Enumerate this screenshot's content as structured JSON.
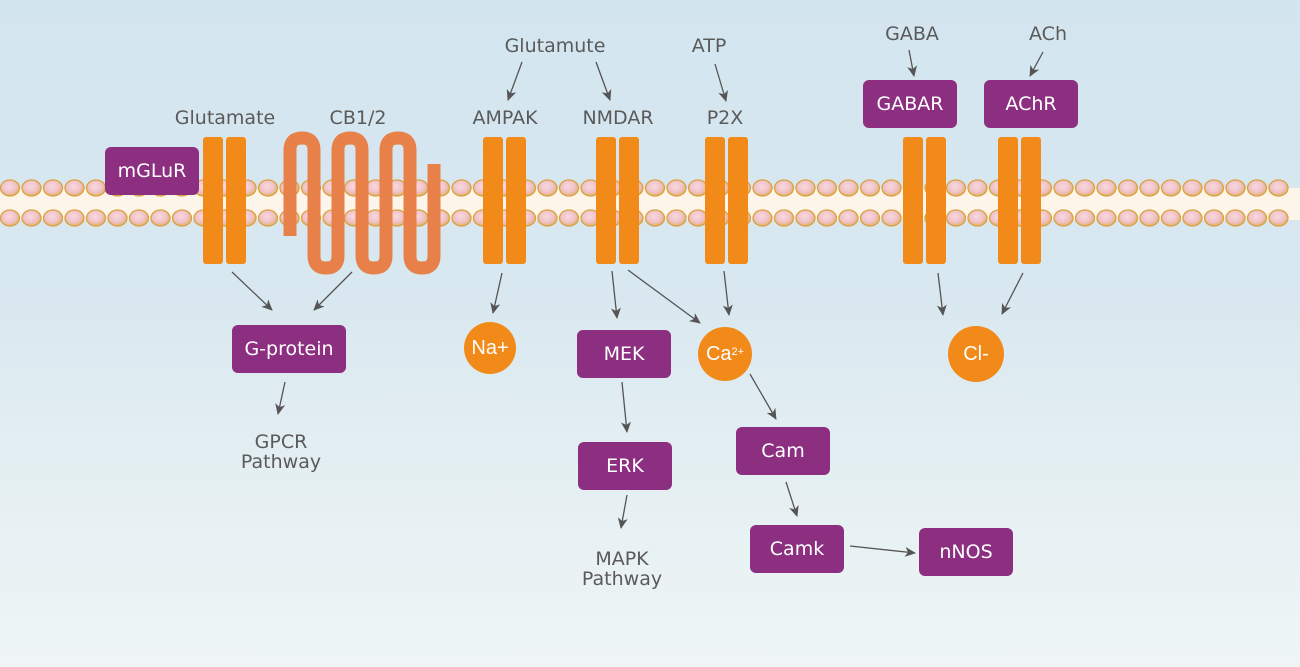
{
  "colors": {
    "receptor_channel": "#f28a1a",
    "gpcr": "#e8804a",
    "protein_box": "#8c2f80",
    "ion": "#f28a1a",
    "membrane_bead": "#e4b45a",
    "membrane_core": "#fdf4ea",
    "arrow": "#555555",
    "label_text": "#5a5a5a"
  },
  "ligands": {
    "glutamute": "Glutamute",
    "atp": "ATP",
    "gaba": "GABA",
    "ach": "ACh"
  },
  "receptor_labels": {
    "glutamate": "Glutamate",
    "cb12": "CB1/2",
    "ampak": "AMPAK",
    "nmdar": "NMDAR",
    "p2x": "P2X"
  },
  "boxes": {
    "mglur": "mGLuR",
    "gabar": "GABAR",
    "achr": "AChR",
    "gprotein": "G-protein",
    "mek": "MEK",
    "erk": "ERK",
    "cam": "Cam",
    "camk": "Camk",
    "nnos": "nNOS"
  },
  "ions": {
    "na": "Na+",
    "ca_base": "Ca",
    "ca_sup": "2+",
    "cl": "Cl-"
  },
  "pathways": {
    "gpcr_line1": "GPCR",
    "gpcr_line2": "Pathway",
    "mapk_line1": "MAPK",
    "mapk_line2": "Pathway"
  },
  "edges": [
    {
      "from": "Glutamute",
      "to": "AMPAK"
    },
    {
      "from": "Glutamute",
      "to": "NMDAR"
    },
    {
      "from": "ATP",
      "to": "P2X"
    },
    {
      "from": "GABA",
      "to": "GABAR"
    },
    {
      "from": "ACh",
      "to": "AChR"
    },
    {
      "from": "Glutamate receptor",
      "to": "G-protein"
    },
    {
      "from": "CB1/2",
      "to": "G-protein"
    },
    {
      "from": "G-protein",
      "to": "GPCR Pathway"
    },
    {
      "from": "AMPAK",
      "to": "Na+"
    },
    {
      "from": "NMDAR",
      "to": "MEK"
    },
    {
      "from": "NMDAR",
      "to": "Ca2+"
    },
    {
      "from": "P2X",
      "to": "Ca2+"
    },
    {
      "from": "MEK",
      "to": "ERK"
    },
    {
      "from": "ERK",
      "to": "MAPK Pathway"
    },
    {
      "from": "Ca2+",
      "to": "Cam"
    },
    {
      "from": "Cam",
      "to": "Camk"
    },
    {
      "from": "Camk",
      "to": "nNOS"
    },
    {
      "from": "GABAR",
      "to": "Cl-"
    },
    {
      "from": "AChR",
      "to": "Cl-"
    }
  ]
}
